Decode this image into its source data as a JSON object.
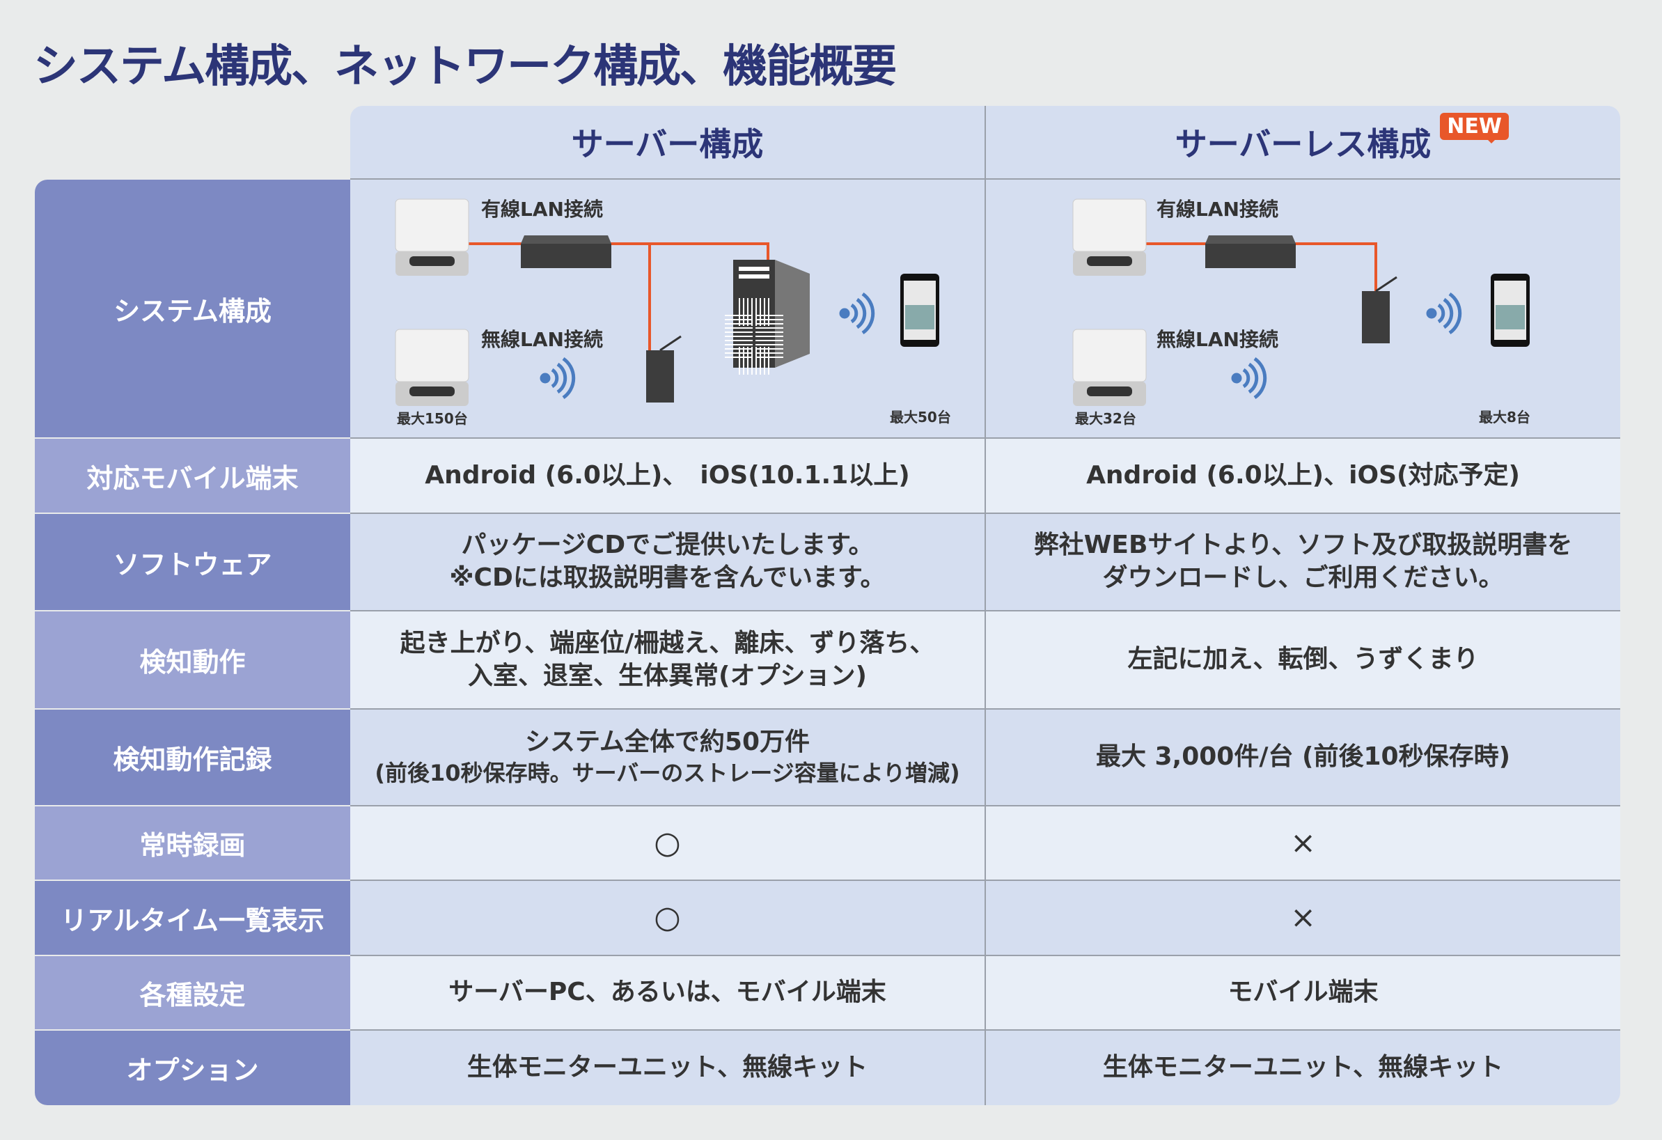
{
  "title": "システム構成、ネットワーク構成、機能概要",
  "columns": {
    "server": "サーバー構成",
    "serverless": "サーバーレス構成",
    "new_badge": "NEW"
  },
  "diagram": {
    "server": {
      "wired": "有線LAN接続",
      "wireless": "無線LAN接続",
      "max_sensors": "最大150台",
      "max_mobiles": "最大50台"
    },
    "serverless": {
      "wired": "有線LAN接続",
      "wireless": "無線LAN接続",
      "max_sensors": "最大32台",
      "max_mobiles": "最大8台"
    }
  },
  "colors": {
    "accent": "#2c3577",
    "label_dark": "#7d89c3",
    "label_light": "#9ba3d3",
    "cable": "#e8572a",
    "wifi": "#4a7cc0"
  },
  "rows": [
    {
      "label": "システム構成"
    },
    {
      "label": "対応モバイル端末",
      "server": "Android (6.0以上)、　iOS(10.1.1以上)",
      "serverless": "Android (6.0以上)、iOS(対応予定)"
    },
    {
      "label": "ソフトウェア",
      "server": "パッケージCDでご提供いたします。",
      "server2": "※CDには取扱説明書を含んでいます。",
      "serverless": "弊社WEBサイトより、ソフト及び取扱説明書を",
      "serverless2": "ダウンロードし、ご利用ください。"
    },
    {
      "label": "検知動作",
      "server": "起き上がり、端座位/柵越え、離床、ずり落ち、",
      "server2": "入室、退室、生体異常(オプション)",
      "serverless": "左記に加え、転倒、うずくまり"
    },
    {
      "label": "検知動作記録",
      "server": "システム全体で約50万件",
      "server2": "(前後10秒保存時。サーバーのストレージ容量により増減)",
      "serverless": "最大 3,000件/台 (前後10秒保存時)"
    },
    {
      "label": "常時録画",
      "server": "○",
      "serverless": "×"
    },
    {
      "label": "リアルタイム一覧表示",
      "server": "○",
      "serverless": "×"
    },
    {
      "label": "各種設定",
      "server": "サーバーPC、あるいは、モバイル端末",
      "serverless": "モバイル端末"
    },
    {
      "label": "オプション",
      "server": "生体モニターユニット、無線キット",
      "serverless": "生体モニターユニット、無線キット"
    }
  ]
}
